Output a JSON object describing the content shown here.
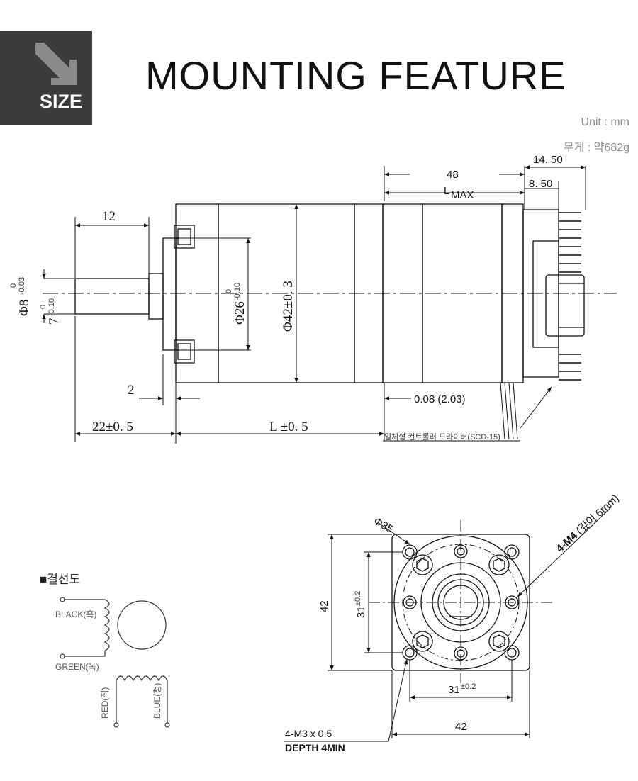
{
  "header": {
    "badge_label": "SIZE",
    "title": "MOUNTING FEATURE",
    "unit": "Unit : mm",
    "weight": "무게 : 약682g"
  },
  "side_view": {
    "dim_48": "48",
    "dim_14_50": "14. 50",
    "dim_lmax_l": "L",
    "dim_lmax_sub": "MAX",
    "dim_8_50": "8. 50",
    "dim_12": "12",
    "dim_shaft_dia_main": "Φ8",
    "dim_shaft_dia_tol": "-0.03",
    "dim_shaft_dia_zero": "0",
    "dim_flat_main": "7",
    "dim_flat_tol": "-0.10",
    "dim_flat_zero": "0",
    "dim_pilot_main": "Φ26",
    "dim_pilot_tol": "-0.10",
    "dim_pilot_zero": "0",
    "dim_body": "Φ42±0. 3",
    "dim_2": "2",
    "dim_008": "0.08 (2.03)",
    "dim_22": "22±0. 5",
    "dim_L": "L ±0. 5",
    "driver_label": "일체형 컨트롤러 드라이버(SCD-15)"
  },
  "wiring": {
    "title": "■결선도",
    "black": "BLACK(흑)",
    "green": "GREEN(녹)",
    "red": "RED(적)",
    "blue": "BLUE(청)"
  },
  "front_view": {
    "dim_phi35": "Φ35",
    "dim_m4": "4-M4",
    "dim_m4_depth": "(깊이 6mm)",
    "dim_42_left": "42",
    "dim_31_left": "31",
    "dim_31_tol_left": "±0.2",
    "dim_31_bottom": "31",
    "dim_31_tol_bottom": "±0.2",
    "dim_42_bottom": "42",
    "dim_m3": "4-M3 x 0.5",
    "dim_depth": "DEPTH 4MIN"
  }
}
